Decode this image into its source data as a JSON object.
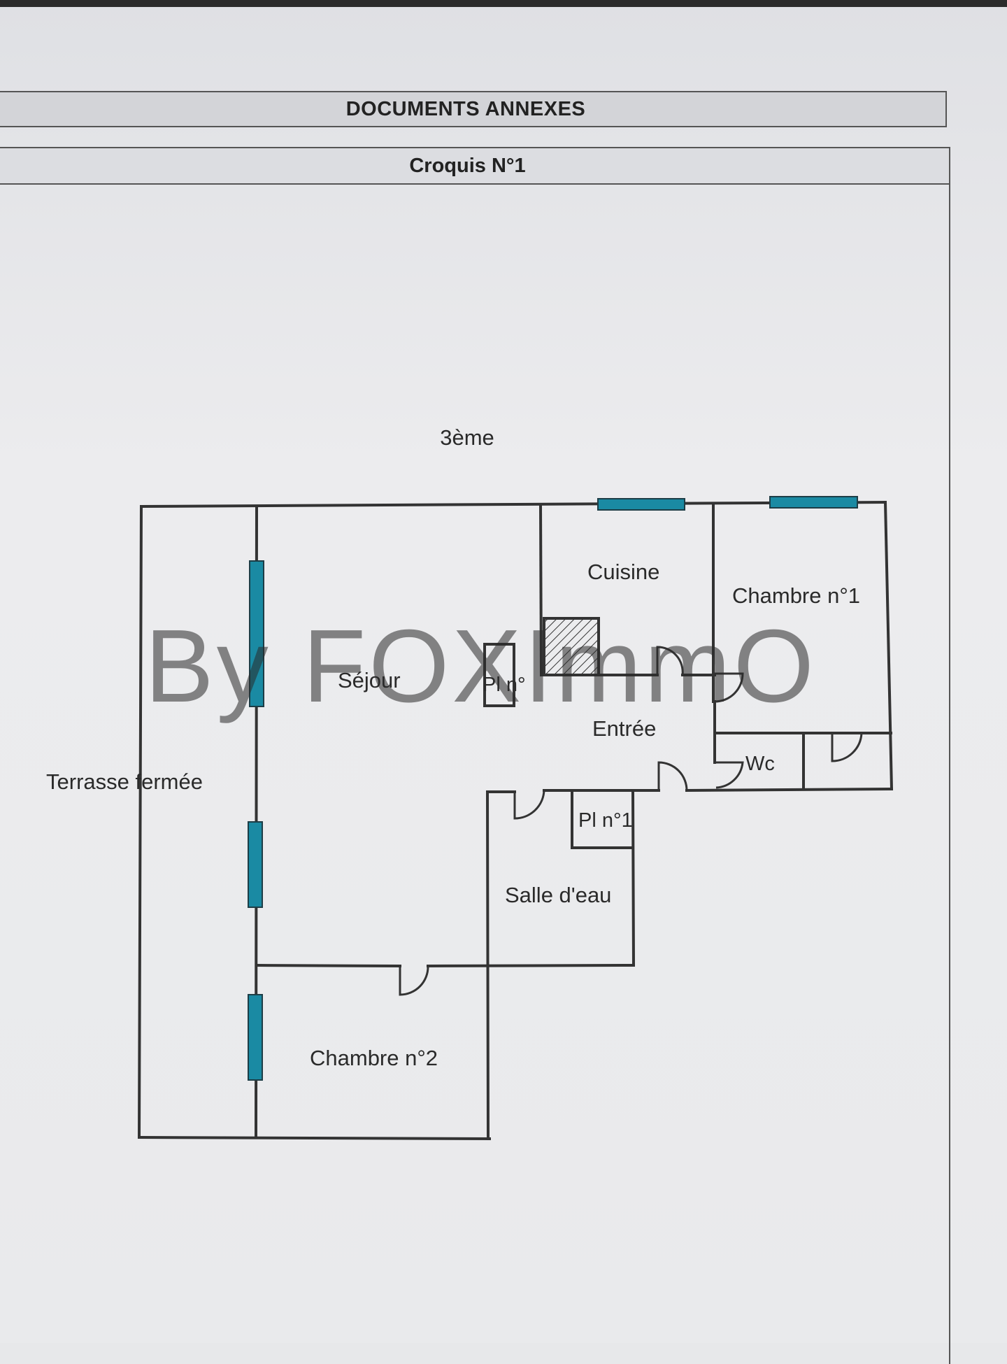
{
  "header": {
    "title": "DOCUMENTS ANNEXES"
  },
  "section": {
    "title": "Croquis N°1"
  },
  "plan": {
    "floor_label": "3ème",
    "watermark": "By FOXImmO",
    "rooms": {
      "terrasse": "Terrasse fermée",
      "sejour": "Séjour",
      "cuisine": "Cuisine",
      "chambre1": "Chambre n°1",
      "entree": "Entrée",
      "wc": "Wc",
      "pl_upper": "Pl n°",
      "pl_lower": "Pl n°1",
      "salle_eau": "Salle d'eau",
      "chambre2": "Chambre n°2"
    },
    "colors": {
      "wall": "#333333",
      "window": "#1a8aa3",
      "watermark": "#f3dba0"
    }
  }
}
